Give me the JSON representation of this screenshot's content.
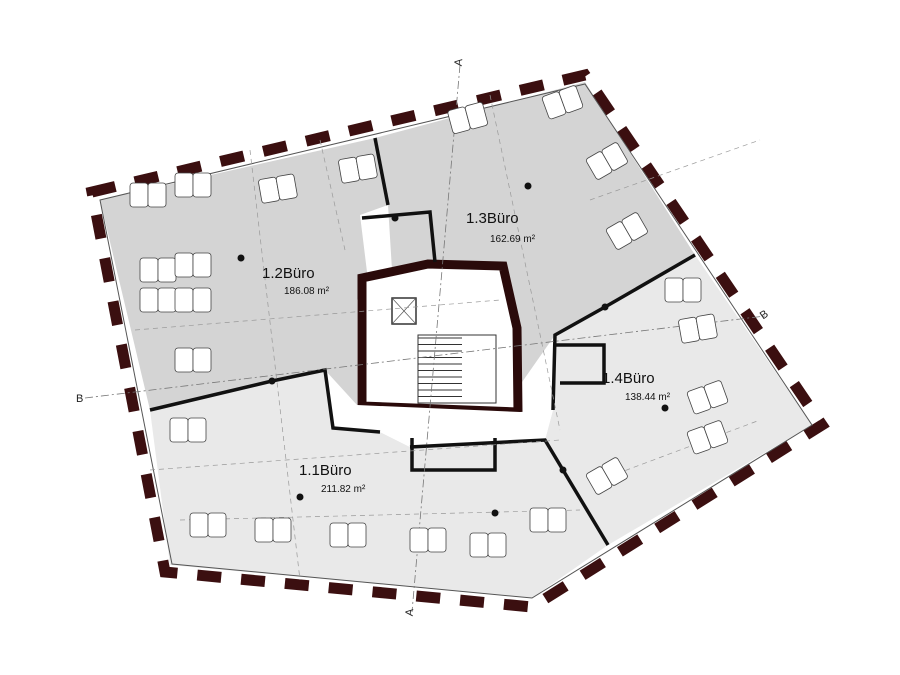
{
  "rooms": [
    {
      "id": "1.1",
      "name": "1.1Büro",
      "area": "211.82 m²"
    },
    {
      "id": "1.2",
      "name": "1.2Büro",
      "area": "186.08 m²"
    },
    {
      "id": "1.3",
      "name": "1.3Büro",
      "area": "162.69 m²"
    },
    {
      "id": "1.4",
      "name": "1.4Büro",
      "area": "138.44 m²"
    }
  ],
  "section_markers": {
    "a_top": "A",
    "a_bottom": "A",
    "b_left": "B",
    "b_right": "B"
  },
  "colors": {
    "wall": "#2a0a0a",
    "facade": "#3b0f10",
    "office_dark": "#d4d4d4",
    "office_light": "#e8e8e8"
  }
}
